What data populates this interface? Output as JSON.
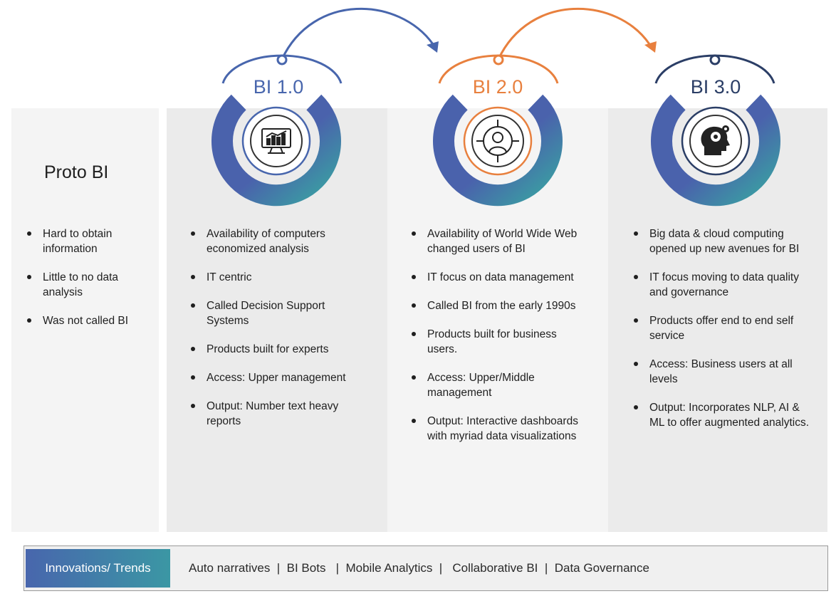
{
  "proto": {
    "title": "Proto BI",
    "bullets": [
      "Hard to obtain information",
      "Little to no data analysis",
      "Was not called BI"
    ]
  },
  "bi1": {
    "title": "BI 1.0",
    "color": "#4866ad",
    "icon": "analytics-monitor-icon",
    "bullets": [
      "Availability of computers economized analysis",
      "IT centric",
      "Called Decision Support Systems",
      "Products built for experts",
      "Access: Upper management",
      "Output: Number text heavy reports"
    ]
  },
  "bi2": {
    "title": "BI 2.0",
    "color": "#e8803e",
    "icon": "target-user-icon",
    "bullets": [
      "Availability of World Wide Web changed users of BI",
      "IT focus on data management",
      "Called BI from the early 1990s",
      "Products built for business users.",
      "Access: Upper/Middle management",
      "Output: Interactive dashboards with myriad data visualizations"
    ]
  },
  "bi3": {
    "title": "BI 3.0",
    "color": "#2b3e66",
    "icon": "brain-gear-icon",
    "bullets": [
      "Big data & cloud computing opened up new avenues for BI",
      "IT focus moving to data quality and governance",
      "Products offer end to end self service",
      "Access: Business users at all levels",
      "Output: Incorporates NLP, AI & ML to offer augmented analytics."
    ]
  },
  "trends": {
    "label": "Innovations/ Trends",
    "text": "Auto narratives  |  BI Bots   |  Mobile Analytics  |   Collaborative BI  |  Data Governance"
  }
}
